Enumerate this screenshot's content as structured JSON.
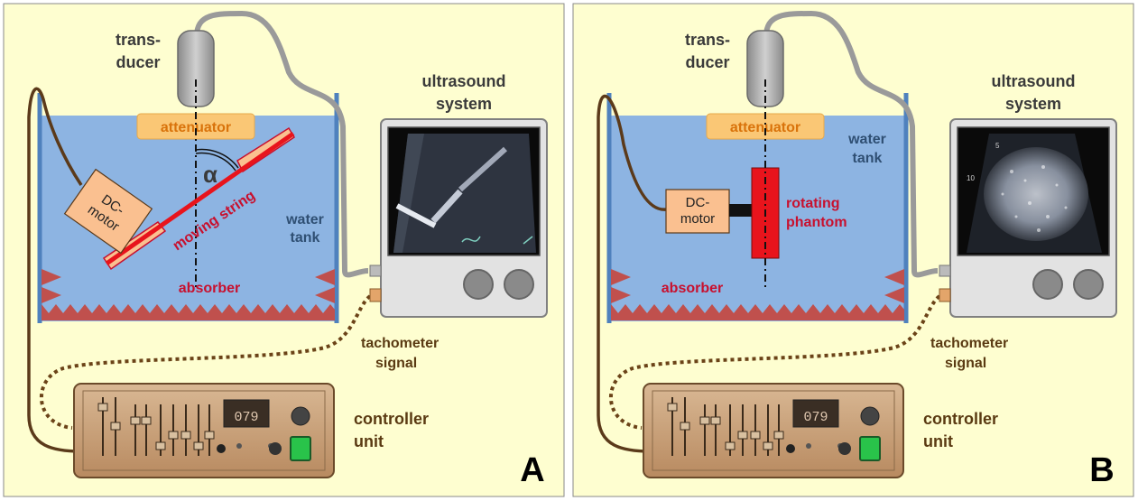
{
  "panel_a": {
    "transducer_line1": "trans-",
    "transducer_line2": "ducer",
    "ultrasound_line1": "ultrasound",
    "ultrasound_line2": "system",
    "attenuator": "attenuator",
    "motor_line1": "DC-",
    "motor_line2": "motor",
    "angle": "α",
    "string": "moving string",
    "water_line1": "water",
    "water_line2": "tank",
    "absorber": "absorber",
    "tacho_line1": "tachometer",
    "tacho_line2": "signal",
    "controller_line1": "controller",
    "controller_line2": "unit",
    "display": "079",
    "panel_letter": "A"
  },
  "panel_b": {
    "transducer_line1": "trans-",
    "transducer_line2": "ducer",
    "ultrasound_line1": "ultrasound",
    "ultrasound_line2": "system",
    "attenuator": "attenuator",
    "water_line1": "water",
    "water_line2": "tank",
    "motor_line1": "DC-",
    "motor_line2": "motor",
    "phantom_line1": "rotating",
    "phantom_line2": "phantom",
    "absorber": "absorber",
    "tacho_line1": "tachometer",
    "tacho_line2": "signal",
    "controller_line1": "controller",
    "controller_line2": "unit",
    "display": "079",
    "panel_letter": "B"
  },
  "colors": {
    "background": "#fefed0",
    "water": "#8db4e2",
    "tank_wall": "#4f81bd",
    "absorber": "#c0504d",
    "attenuator": "#fac775",
    "motor": "#fac090",
    "string": "#e8141c",
    "cable": "#5b3a1a",
    "controller": "#c8a07a"
  }
}
